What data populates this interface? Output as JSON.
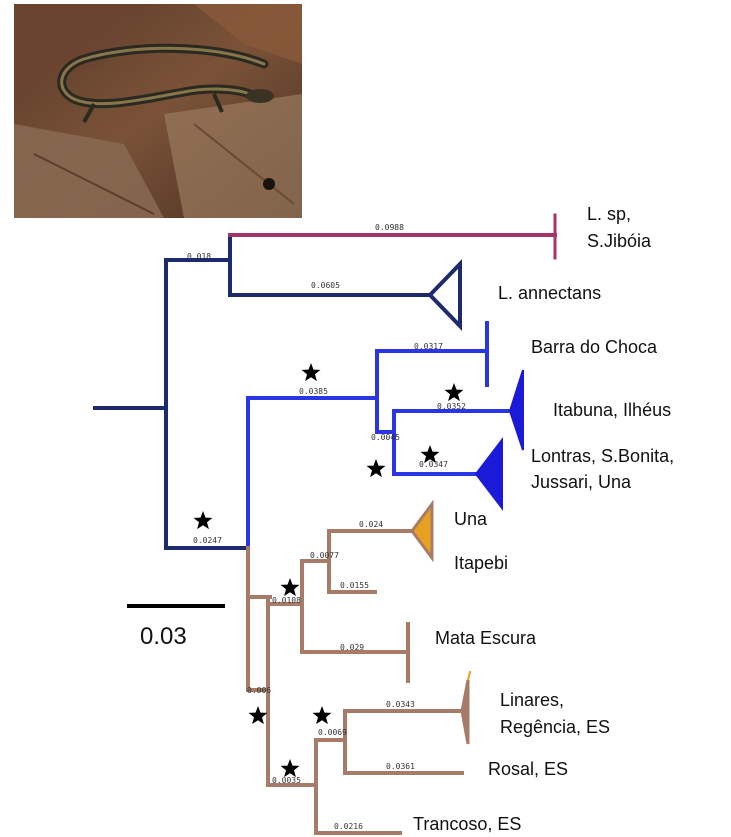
{
  "colors": {
    "navy": "#1e2a6e",
    "blue": "#2a35e8",
    "blue_fill": "#1a1ad8",
    "maroon": "#a3336a",
    "brown": "#a67c68",
    "orange": "#e8a020",
    "star": "#000000"
  },
  "photo": {
    "icon": "lizard-photo"
  },
  "branch_labels": {
    "b_root_top": "0.018",
    "b_sp": "0.0988",
    "b_annectans": "0.0605",
    "b_blue": "0.0385",
    "b_barra": "0.0317",
    "b_itabuna_int": "0.0045",
    "b_itabuna": "0.0352",
    "b_lontras": "0.0347",
    "b_brown_stem": "0.0247",
    "b_brown_a": "0.006",
    "b_una_itapebi": "0.0108",
    "b_una_int": "0.0077",
    "b_una": "0.024",
    "b_itapebi": "0.0155",
    "b_mata": "0.029",
    "b_linares_int": "0.0069",
    "b_linares": "0.0343",
    "b_rosal": "0.0361",
    "b_es_int": "0.0035",
    "b_trancoso": "0.0216"
  },
  "taxa": {
    "sp_line1": "L. sp,",
    "sp_line2": "S.Jibóia",
    "annectans": "L. annectans",
    "barra": "Barra do Choca",
    "itabuna": "Itabuna, Ilhéus",
    "lontras_line1": "Lontras, S.Bonita,",
    "lontras_line2": "Jussari, Una",
    "una": "Una",
    "itapebi": "Itapebi",
    "mata": "Mata Escura",
    "linares_line1": "Linares,",
    "linares_line2": "Regência, ES",
    "rosal": "Rosal, ES",
    "trancoso": "Trancoso, ES"
  },
  "scale_bar": {
    "label": "0.03"
  }
}
